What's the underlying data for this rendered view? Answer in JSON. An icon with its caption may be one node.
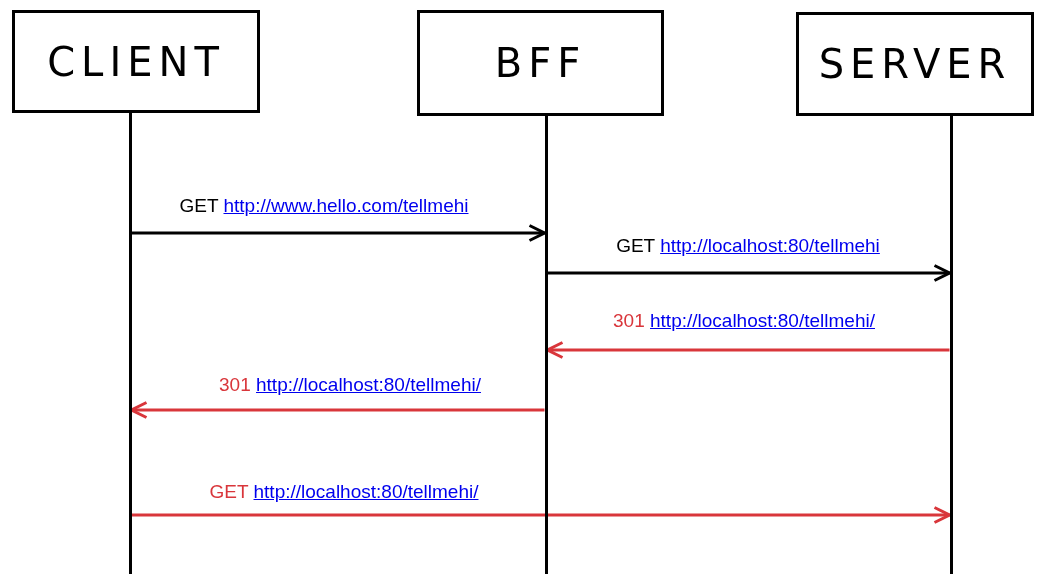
{
  "diagram": {
    "nodes": [
      {
        "text": [
          "CLIENT"
        ]
      },
      {
        "text": [
          "BFF"
        ]
      },
      {
        "text": [
          "SERVER"
        ]
      },
      {
        "text": [],
        "shape": "bar"
      },
      {
        "text": [],
        "shape": "bar"
      },
      {
        "text": [],
        "shape": "bar"
      }
    ],
    "edges": [
      {
        "from": 3,
        "to": 4,
        "arrow": "to",
        "label": "GET http://www.hello.com/tellmehi",
        "color": "#000000"
      },
      {
        "from": 4,
        "to": 5,
        "arrow": "to",
        "label": "GET http://localhost:80/tellmehi",
        "color": "#000000"
      },
      {
        "from": 5,
        "to": 4,
        "arrow": "to",
        "label": "301 http://localhost:80/tellmehi/"
      },
      {
        "from": 4,
        "to": 3,
        "arrow": "to",
        "label": "301 http://localhost:80/tellmehi/"
      },
      {
        "from": 3,
        "to": 5,
        "arrow": "to",
        "label": "GET http://localhost:80/tellmehi/"
      }
    ]
  }
}
